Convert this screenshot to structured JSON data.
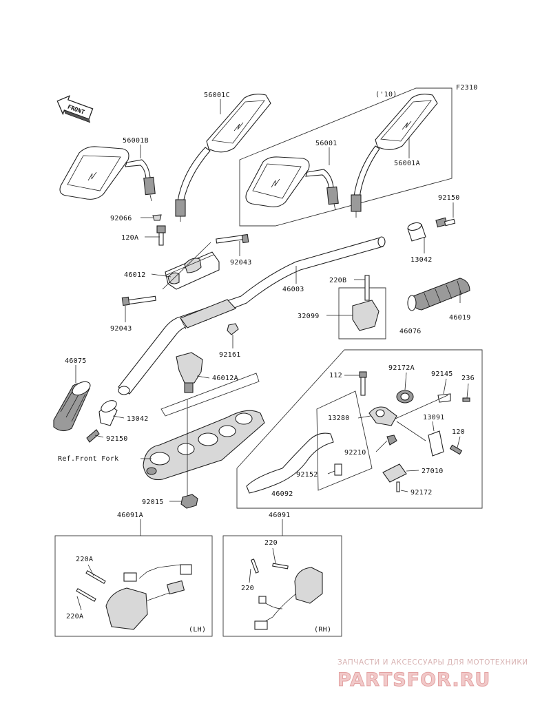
{
  "figure_code": "F2310",
  "front_label": "FRONT",
  "year_note": "('10)",
  "ref_front_fork": "Ref.Front Fork",
  "side_lh": "(LH)",
  "side_rh": "(RH)",
  "watermark": {
    "line1": "ЗАПЧАСТИ И АКСЕССУАРЫ ДЛЯ МОТОТЕХНИКИ",
    "logo": "PARTSFOR.RU"
  },
  "parts": {
    "p56001C": "56001C",
    "p56001B": "56001B",
    "p56001": "56001",
    "p56001A": "56001A",
    "p92066": "92066",
    "p120A": "120A",
    "p92043a": "92043",
    "p92150a": "92150",
    "p13042a": "13042",
    "p46012": "46012",
    "p46003": "46003",
    "p220B": "220B",
    "p32099": "32099",
    "p46019": "46019",
    "p92043b": "92043",
    "p92161": "92161",
    "p46076": "46076",
    "p46075": "46075",
    "p46012A": "46012A",
    "p112": "112",
    "p92172A": "92172A",
    "p92145": "92145",
    "p236": "236",
    "p13042b": "13042",
    "p13280": "13280",
    "p13091": "13091",
    "p92150b": "92150",
    "p120": "120",
    "p92210": "92210",
    "p27010": "27010",
    "p92152": "92152",
    "p46092": "46092",
    "p92172": "92172",
    "p92015": "92015",
    "p46091A": "46091A",
    "p46091": "46091",
    "p220Aa": "220A",
    "p220Ab": "220A",
    "p220a": "220",
    "p220b": "220"
  }
}
